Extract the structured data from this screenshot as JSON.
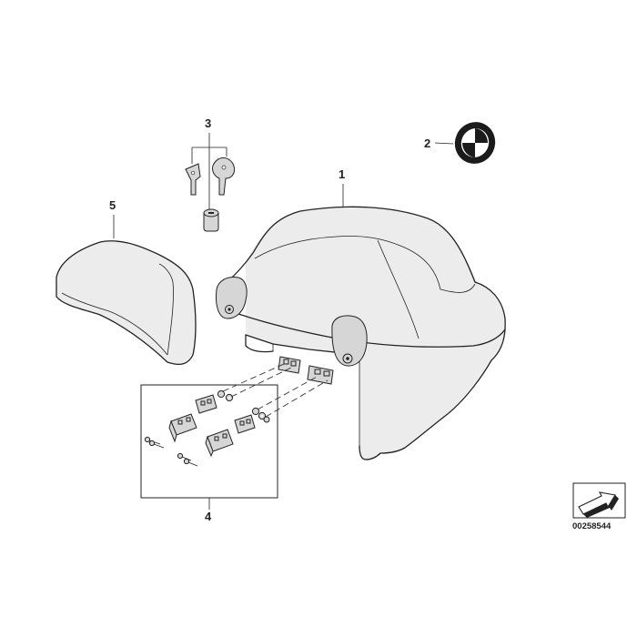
{
  "callouts": {
    "item_1": "1",
    "item_2": "2",
    "item_3": "3",
    "item_4": "4",
    "item_5": "5"
  },
  "document_number": "00258544",
  "icons": {
    "emblem": "roundel-emblem-icon",
    "orientation": "orientation-arrow-icon"
  }
}
